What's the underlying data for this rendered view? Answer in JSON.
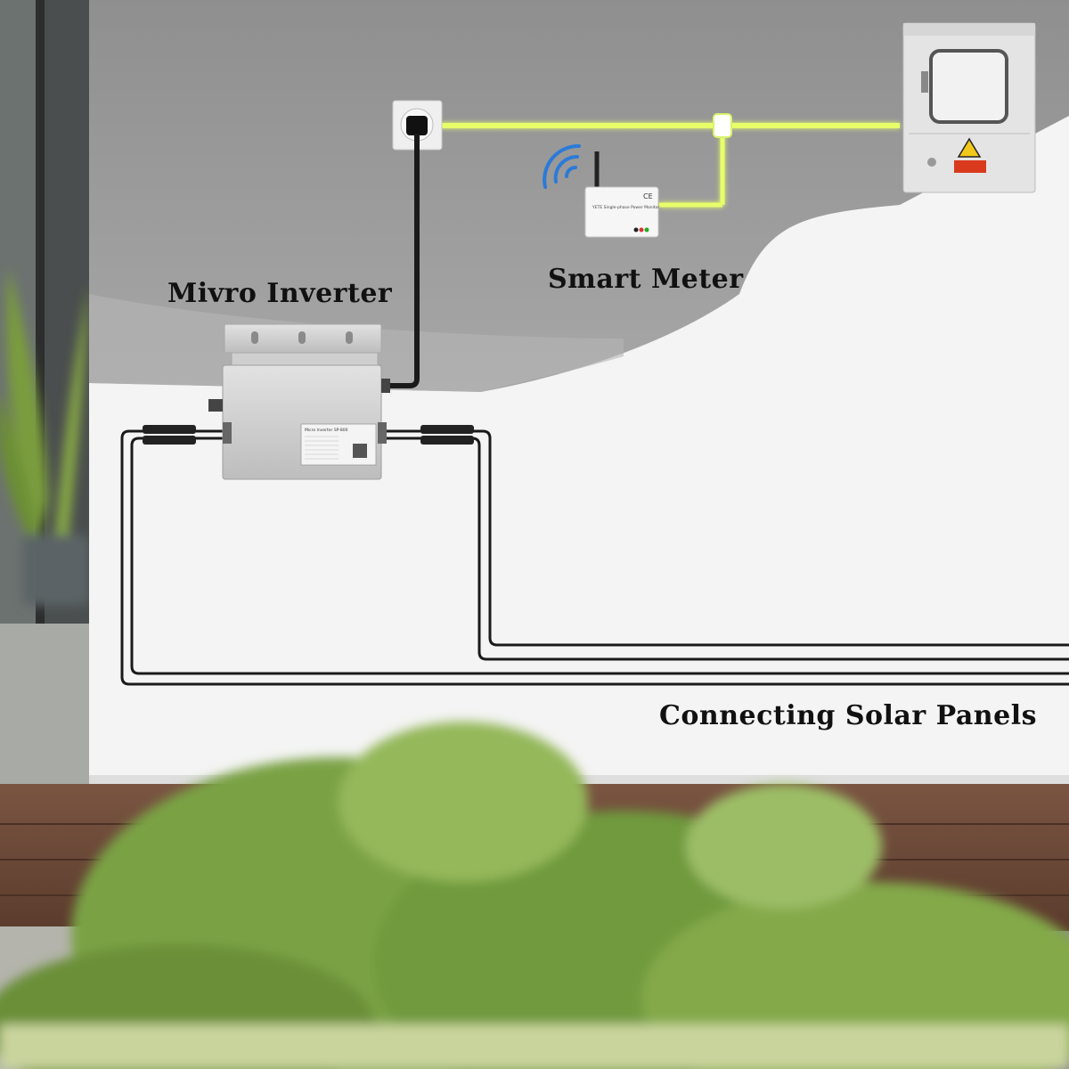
{
  "labels": {
    "inverter": "Mivro Inverter",
    "smart_meter": "Smart Meter",
    "solar_panels": "Connecting Solar Panels"
  },
  "devices": {
    "meter_ce_mark": "CE",
    "meter_title": "YETE Single-phase Power Monitor",
    "inverter_plate_title": "Micro Inverter SP-800"
  },
  "colors": {
    "wall": "#f4f4f4",
    "wall_shadow": "#9a9a9a",
    "glow_wire": "#e8ff6a",
    "cable": "#1a1a1a",
    "deck": "#6b4a38",
    "grass": "#6f9a3c"
  }
}
